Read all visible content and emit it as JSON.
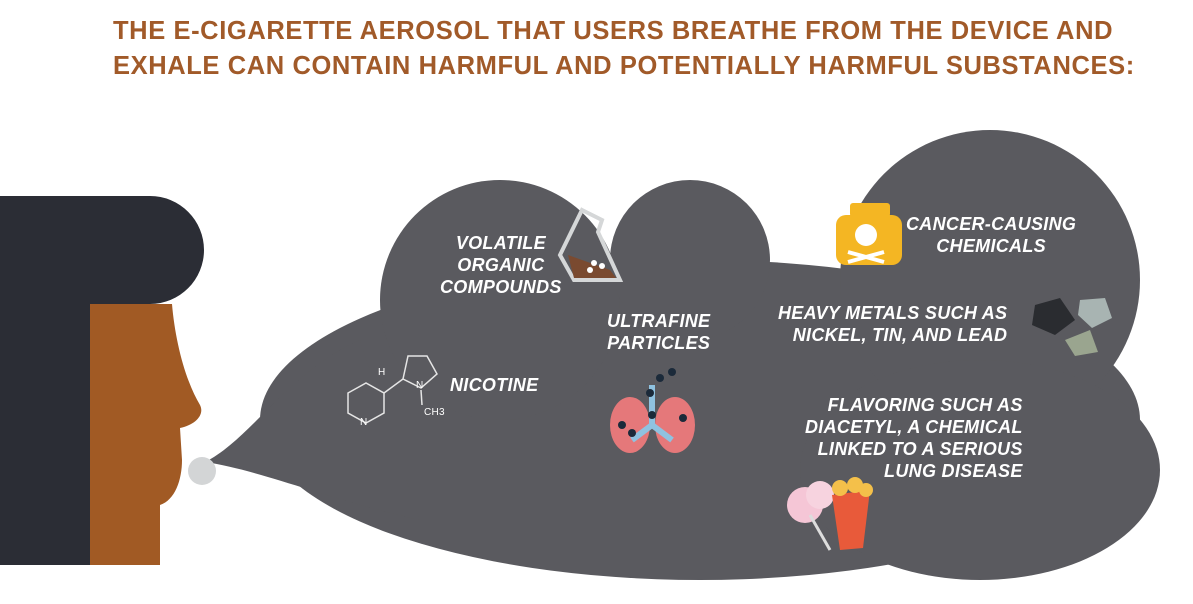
{
  "title": {
    "line1": "THE E-CIGARETTE AEROSOL THAT USERS BREATHE FROM THE DEVICE AND",
    "line2": "EXHALE CAN CONTAIN HARMFUL AND POTENTIALLY HARMFUL SUBSTANCES:"
  },
  "items": {
    "voc": {
      "l1": "VOLATILE",
      "l2": "ORGANIC",
      "l3": "COMPOUNDS"
    },
    "nicotine": {
      "l1": "NICOTINE",
      "h": "H",
      "n": "N",
      "ch3": "CH3",
      "n2": "N"
    },
    "ultrafine": {
      "l1": "ULTRAFINE",
      "l2": "PARTICLES"
    },
    "cancer": {
      "l1": "CANCER-CAUSING",
      "l2": "CHEMICALS"
    },
    "metals": {
      "l1": "HEAVY METALS SUCH AS",
      "l2": "NICKEL, TIN, AND LEAD"
    },
    "flavoring": {
      "l1": "FLAVORING SUCH AS",
      "l2": "DIACETYL, A CHEMICAL",
      "l3": "LINKED TO A SERIOUS",
      "l4": "LUNG DISEASE"
    }
  },
  "colors": {
    "title": "#a15a29",
    "cloud": "#5a5a5f",
    "hair": "#2b2d35",
    "skin": "#a15a24"
  }
}
